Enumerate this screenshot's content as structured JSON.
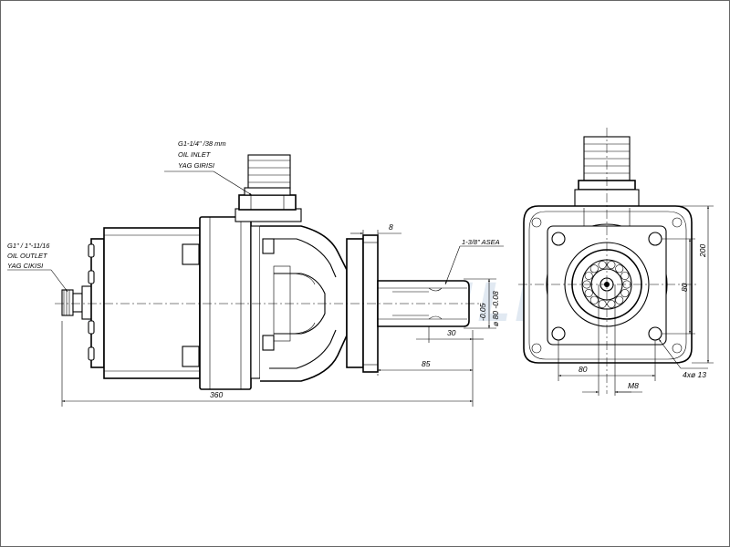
{
  "watermark": "EMCHIDRAULIC",
  "labels": {
    "inlet_size": "G1-1/4\" /38 mm",
    "inlet_en": "OIL INLET",
    "inlet_tr": "YAG GIRISI",
    "outlet_size": "G1\" / 1\"-11/16",
    "outlet_en": "OIL OUTLET",
    "outlet_tr": "YAG CIKISI",
    "spline": "1-3/8\" ASEA"
  },
  "dimensions": {
    "overall_length": "360",
    "shaft_length": "85",
    "spline_length": "30",
    "key_width": "8",
    "shaft_tol": "-0.05",
    "shaft_dia": "ø 80 -0.08",
    "height": "200",
    "bolt_spacing_v": "80",
    "bolt_spacing_h": "80",
    "holes": "4xø 13",
    "thread": "M8"
  }
}
